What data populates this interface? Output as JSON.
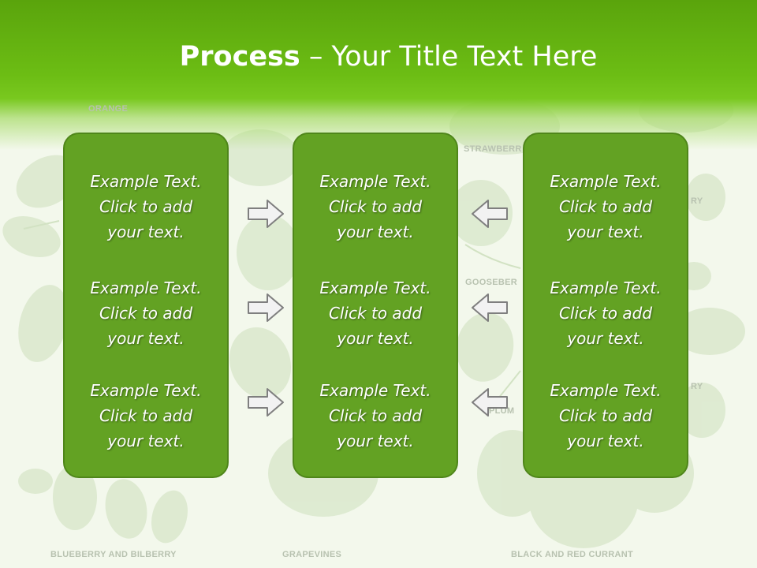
{
  "title": {
    "bold": "Process",
    "dash": " – ",
    "rest": "Your Title Text Here"
  },
  "background_labels": {
    "orange": "ORANGE",
    "strawberry": "STRAWBERR",
    "raspberry": "RY",
    "gooseberry": "GOOSEBER",
    "blackberry": "RY",
    "plum": "PLUM",
    "blueberry": "BLUEBERRY AND BILBERRY",
    "grapevines": "GRAPEVINES",
    "currant": "BLACK AND RED CURRANT"
  },
  "columns": [
    {
      "items": [
        {
          "line1": "Example Text.",
          "line2": "Click  to add",
          "line3": "your text."
        },
        {
          "line1": "Example Text.",
          "line2": "Click  to add",
          "line3": "your text."
        },
        {
          "line1": "Example Text.",
          "line2": "Click  to add",
          "line3": "your text."
        }
      ]
    },
    {
      "items": [
        {
          "line1": "Example Text.",
          "line2": "Click  to add",
          "line3": "your text."
        },
        {
          "line1": "Example Text.",
          "line2": "Click  to add",
          "line3": "your text."
        },
        {
          "line1": "Example Text.",
          "line2": "Click  to add",
          "line3": "your text."
        }
      ]
    },
    {
      "items": [
        {
          "line1": "Example Text.",
          "line2": "Click  to add",
          "line3": "your text."
        },
        {
          "line1": "Example Text.",
          "line2": "Click  to add",
          "line3": "your text."
        },
        {
          "line1": "Example Text.",
          "line2": "Click  to add",
          "line3": "your text."
        }
      ]
    }
  ],
  "colors": {
    "header": "#6cbd14",
    "panel_fill": "#63a223",
    "panel_border": "#4f861a",
    "arrow_fill": "#f2f2f2",
    "arrow_stroke": "#7f7f7f"
  },
  "icons": {
    "left_arrows": "arrow-right-icon",
    "right_arrows": "arrow-left-icon"
  }
}
